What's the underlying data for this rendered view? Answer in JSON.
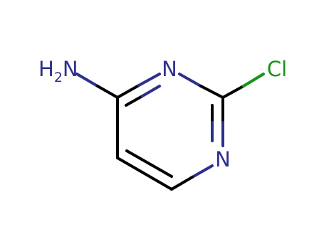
{
  "molecule": {
    "atoms": {
      "nh2": {
        "main": "H",
        "sub": "2",
        "tail": "N"
      },
      "n_top": "N",
      "n_bottom": "N",
      "cl": "Cl"
    },
    "colors": {
      "carbon_bond": "#000000",
      "nitrogen": "#2e2e8f",
      "chlorine": "#199219"
    }
  }
}
